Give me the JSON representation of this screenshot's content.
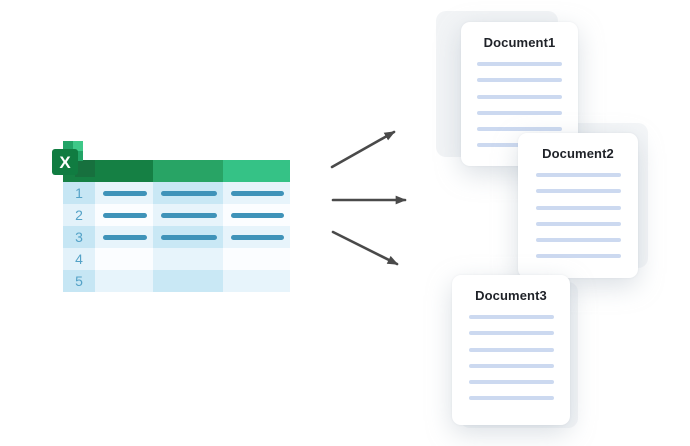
{
  "canvas": {
    "background": "#ffffff"
  },
  "spreadsheet": {
    "icon": {
      "letter": "X",
      "x_square_color": "#107c41",
      "quad_top_color": "#22a366",
      "quad_top_right_color": "#3ec888",
      "quad_bottom_color": "#17703e"
    },
    "header_segments": [
      {
        "color": "#158044"
      },
      {
        "color": "#28a465"
      },
      {
        "color": "#35c286"
      }
    ],
    "rows": [
      {
        "num": "1",
        "has_lines": true
      },
      {
        "num": "2",
        "has_lines": true
      },
      {
        "num": "3",
        "has_lines": true
      },
      {
        "num": "4",
        "has_lines": false
      },
      {
        "num": "5",
        "has_lines": false
      }
    ],
    "column_count": 3,
    "colors": {
      "num_cell_odd": "#c6e6f4",
      "num_cell_even": "#e3f2fa",
      "cell_odd": "#e7f4fb",
      "cell_mid_odd": "#c9e8f5",
      "cell_even": "#fbfdff",
      "cell_mid_even": "#e7f4fb",
      "dash": "#3f93b9",
      "number_text": "#54a2c7"
    }
  },
  "arrows": {
    "color": "#4a4a4a",
    "count": 3
  },
  "documents": [
    {
      "title": "Document1",
      "line_count": 6
    },
    {
      "title": "Document2",
      "line_count": 6
    },
    {
      "title": "Document3",
      "line_count": 6
    }
  ],
  "document_style": {
    "line_color": "#ccd9f0",
    "title_color": "#1f2228"
  }
}
